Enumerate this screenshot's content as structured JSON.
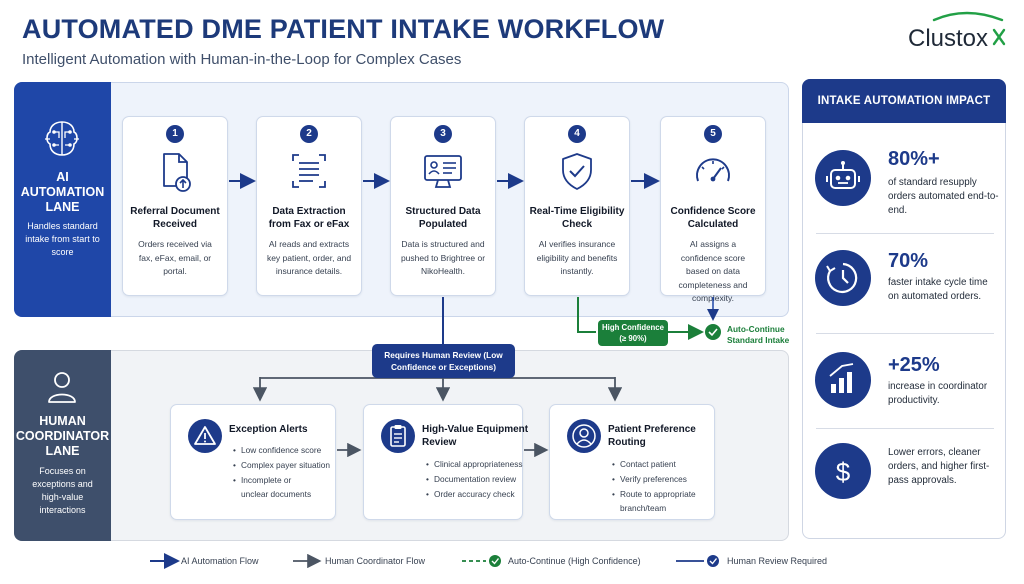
{
  "header": {
    "title": "AUTOMATED DME PATIENT INTAKE WORKFLOW",
    "subtitle": "Intelligent Automation with Human-in-the-Loop for Complex Cases",
    "logo_text": "Clustox"
  },
  "ai_lane": {
    "title": "AI AUTOMATION LANE",
    "description": "Handles standard intake from start to score",
    "steps": [
      {
        "number": "1",
        "title": "Referral Document Received",
        "description": "Orders received via fax, eFax, email, or portal.",
        "icon": "document-upload-icon"
      },
      {
        "number": "2",
        "title": "Data Extraction from Fax or eFax",
        "description": "AI reads and extracts key patient, order, and insurance details.",
        "icon": "document-scan-icon"
      },
      {
        "number": "3",
        "title": "Structured Data Populated",
        "description": "Data is structured and pushed to Brightree or NikoHealth.",
        "icon": "monitor-profile-icon"
      },
      {
        "number": "4",
        "title": "Real-Time Eligibility Check",
        "description": "AI verifies insurance eligibility and benefits instantly.",
        "icon": "shield-check-icon"
      },
      {
        "number": "5",
        "title": "Confidence Score Calculated",
        "description": "AI assigns a confidence score based on data completeness and complexity.",
        "icon": "gauge-icon"
      }
    ]
  },
  "branch": {
    "review_label": "Requires Human Review (Low Confidence or Exceptions)",
    "high_confidence_label": "High Confidence (≥ 90%)",
    "auto_continue_label": "Auto-Continue Standard Intake"
  },
  "human_lane": {
    "title": "HUMAN COORDINATOR LANE",
    "description": "Focuses on exceptions and high-value interactions",
    "cards": [
      {
        "title": "Exception Alerts",
        "items": [
          "Low confidence score",
          "Complex payer situation",
          "Incomplete or unclear documents"
        ],
        "icon": "warning-icon"
      },
      {
        "title": "High-Value Equipment Review",
        "items": [
          "Clinical appropriateness",
          "Documentation review",
          "Order accuracy check"
        ],
        "icon": "clipboard-icon"
      },
      {
        "title": "Patient Preference Routing",
        "items": [
          "Contact patient",
          "Verify preferences",
          "Route to appropriate branch/team"
        ],
        "icon": "user-icon"
      }
    ]
  },
  "impact": {
    "title": "INTAKE AUTOMATION IMPACT",
    "items": [
      {
        "value": "80%+",
        "description": "of standard resupply orders automated end-to-end.",
        "icon": "robot-icon"
      },
      {
        "value": "70%",
        "description": "faster intake cycle time on automated orders.",
        "icon": "clock-icon"
      },
      {
        "value": "+25%",
        "description": "increase in coordinator productivity.",
        "icon": "bar-chart-icon"
      },
      {
        "value": "",
        "description": "Lower errors, cleaner orders, and higher first-pass approvals.",
        "icon": "dollar-icon"
      }
    ]
  },
  "legend": {
    "items": [
      "AI Automation Flow",
      "Human Coordinator Flow",
      "Auto-Continue (High Confidence)",
      "Human Review Required"
    ]
  },
  "colors": {
    "primary": "#1d3a8a",
    "ai_lane": "#1f47a8",
    "human_lane": "#3e4f6b",
    "success": "#1b7f3a",
    "logo_accent": "#22a046"
  }
}
